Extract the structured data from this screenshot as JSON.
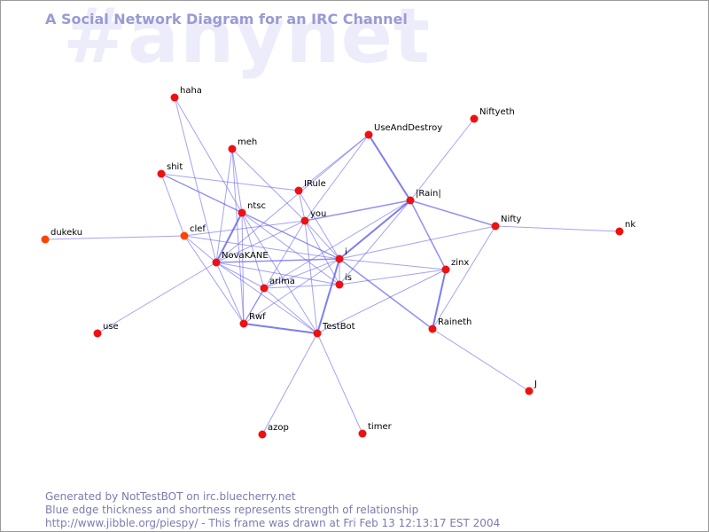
{
  "watermark": "#anynet",
  "title": "A Social Network Diagram for an IRC Channel",
  "footer": {
    "line1": "Generated by NotTestBOT on irc.bluecherry.net",
    "line2": "Blue edge thickness and shortness represents strength of relationship",
    "line3": "http://www.jibble.org/piespy/ - This frame was drawn at Fri Feb 13 12:13:17 EST 2004"
  },
  "colors": {
    "node": "#ee1111",
    "node_highlight": "#ff4400",
    "edge": "#6666ee",
    "title": "#9a9ad4",
    "watermark": "#ececfb"
  },
  "nodes": [
    {
      "id": "haha",
      "label": "haha"
    },
    {
      "id": "meh",
      "label": "meh"
    },
    {
      "id": "shit",
      "label": "shit"
    },
    {
      "id": "IRule",
      "label": "IRule"
    },
    {
      "id": "UseAndDestroy",
      "label": "UseAndDestroy"
    },
    {
      "id": "Niftyeth",
      "label": "Niftyeth"
    },
    {
      "id": "Rain",
      "label": "|Rain|"
    },
    {
      "id": "ntsc",
      "label": "ntsc"
    },
    {
      "id": "you",
      "label": "you"
    },
    {
      "id": "Nifty",
      "label": "Nifty"
    },
    {
      "id": "nk",
      "label": "nk"
    },
    {
      "id": "dukeku",
      "label": "dukeku",
      "highlight": true
    },
    {
      "id": "clef",
      "label": "clef",
      "highlight": true
    },
    {
      "id": "NovaKANE",
      "label": "NovaKANE"
    },
    {
      "id": "i",
      "label": "i"
    },
    {
      "id": "zinx",
      "label": "zinx"
    },
    {
      "id": "arima",
      "label": "arima"
    },
    {
      "id": "is",
      "label": "is"
    },
    {
      "id": "use",
      "label": "use"
    },
    {
      "id": "Rwf",
      "label": "Rwf"
    },
    {
      "id": "TestBot",
      "label": "TestBot"
    },
    {
      "id": "Raineth",
      "label": "Raineth"
    },
    {
      "id": "J",
      "label": "J"
    },
    {
      "id": "azop",
      "label": "azop"
    },
    {
      "id": "timer",
      "label": "timer"
    }
  ],
  "edges": [
    [
      "haha",
      "ntsc",
      1
    ],
    [
      "haha",
      "NovaKANE",
      1
    ],
    [
      "meh",
      "you",
      1
    ],
    [
      "meh",
      "NovaKANE",
      1
    ],
    [
      "meh",
      "Rwf",
      1
    ],
    [
      "meh",
      "ntsc",
      1
    ],
    [
      "shit",
      "IRule",
      1
    ],
    [
      "shit",
      "ntsc",
      1
    ],
    [
      "shit",
      "i",
      1
    ],
    [
      "shit",
      "clef",
      1
    ],
    [
      "IRule",
      "UseAndDestroy",
      1
    ],
    [
      "IRule",
      "you",
      1
    ],
    [
      "IRule",
      "i",
      1
    ],
    [
      "UseAndDestroy",
      "you",
      1
    ],
    [
      "UseAndDestroy",
      "Rain",
      2
    ],
    [
      "UseAndDestroy",
      "NovaKANE",
      1
    ],
    [
      "Niftyeth",
      "Rain",
      1
    ],
    [
      "Rain",
      "you",
      1.5
    ],
    [
      "Rain",
      "i",
      2
    ],
    [
      "Rain",
      "Nifty",
      1.5
    ],
    [
      "Rain",
      "zinx",
      1.5
    ],
    [
      "Rain",
      "arima",
      1
    ],
    [
      "Rain",
      "is",
      1
    ],
    [
      "ntsc",
      "NovaKANE",
      2
    ],
    [
      "ntsc",
      "Rwf",
      1
    ],
    [
      "ntsc",
      "i",
      1
    ],
    [
      "ntsc",
      "TestBot",
      1
    ],
    [
      "ntsc",
      "is",
      1
    ],
    [
      "ntsc",
      "arima",
      1
    ],
    [
      "you",
      "i",
      1
    ],
    [
      "you",
      "TestBot",
      1
    ],
    [
      "you",
      "Rwf",
      1
    ],
    [
      "you",
      "clef",
      1
    ],
    [
      "you",
      "NovaKANE",
      1
    ],
    [
      "you",
      "is",
      1
    ],
    [
      "Nifty",
      "i",
      1
    ],
    [
      "Nifty",
      "nk",
      1
    ],
    [
      "Nifty",
      "Raineth",
      1
    ],
    [
      "dukeku",
      "clef",
      1
    ],
    [
      "clef",
      "i",
      1
    ],
    [
      "clef",
      "NovaKANE",
      1
    ],
    [
      "clef",
      "Rwf",
      1
    ],
    [
      "NovaKANE",
      "i",
      1.5
    ],
    [
      "NovaKANE",
      "is",
      1
    ],
    [
      "NovaKANE",
      "arima",
      1
    ],
    [
      "NovaKANE",
      "Rwf",
      1
    ],
    [
      "NovaKANE",
      "TestBot",
      1
    ],
    [
      "NovaKANE",
      "use",
      1
    ],
    [
      "i",
      "zinx",
      1
    ],
    [
      "i",
      "is",
      1
    ],
    [
      "i",
      "arima",
      1
    ],
    [
      "i",
      "TestBot",
      2
    ],
    [
      "i",
      "Raineth",
      1.5
    ],
    [
      "i",
      "Rwf",
      1
    ],
    [
      "zinx",
      "is",
      1
    ],
    [
      "zinx",
      "Raineth",
      2
    ],
    [
      "zinx",
      "TestBot",
      1
    ],
    [
      "arima",
      "Rwf",
      1
    ],
    [
      "arima",
      "TestBot",
      1
    ],
    [
      "arima",
      "is",
      1
    ],
    [
      "Rwf",
      "TestBot",
      2
    ],
    [
      "TestBot",
      "azop",
      1
    ],
    [
      "TestBot",
      "timer",
      1
    ],
    [
      "Raineth",
      "J",
      1
    ]
  ]
}
